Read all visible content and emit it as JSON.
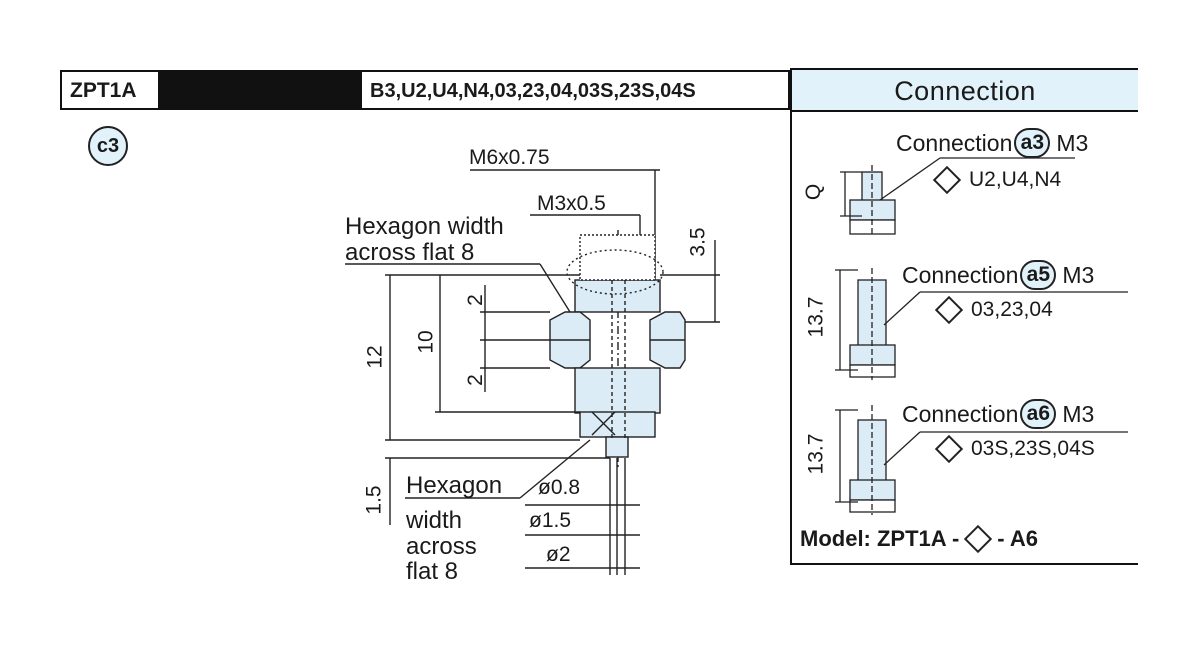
{
  "header": {
    "model": "ZPT1A",
    "codes": "B3,U2,U4,N4,03,23,04,03S,23S,04S",
    "section": "Connection"
  },
  "badge": "c3",
  "drawing": {
    "m6": "M6x0.75",
    "m3": "M3x0.5",
    "hex_label_1": "Hexagon width",
    "hex_label_2": "across flat 8",
    "dim_3_5": "3.5",
    "dim_2a": "2",
    "dim_2b": "2",
    "dim_10": "10",
    "dim_12": "12",
    "dim_1_5": "1.5",
    "hex2_l1": "Hexagon",
    "hex2_l2": "width",
    "hex2_l3": "across",
    "hex2_l4": "flat 8",
    "d08": "ø0.8",
    "d15": "ø1.5",
    "d2": "ø2"
  },
  "connections": [
    {
      "title": "Connection",
      "code": "a3",
      "thread": "M3",
      "models": "U2,U4,N4",
      "dim": "Q"
    },
    {
      "title": "Connection",
      "code": "a5",
      "thread": "M3",
      "models": "03,23,04",
      "dim": "13.7"
    },
    {
      "title": "Connection",
      "code": "a6",
      "thread": "M3",
      "models": "03S,23S,04S",
      "dim": "13.7"
    }
  ],
  "model_line": {
    "label": "Model: ZPT1A -",
    "suffix": "- A6"
  },
  "colors": {
    "accent": "#e1f2fb",
    "part_fill": "#dcecf6",
    "ink": "#1a1a1a"
  }
}
